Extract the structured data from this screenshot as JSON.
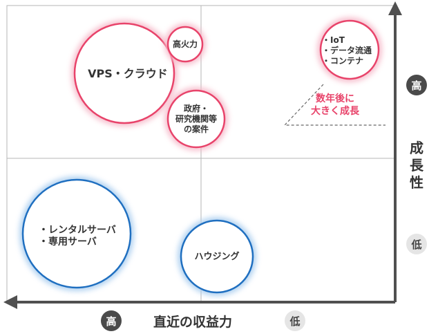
{
  "quadrant_map": {
    "bubbles": [
      {
        "name": "vps-cloud",
        "lines": [
          "VPS・クラウド"
        ],
        "theme": "growth"
      },
      {
        "name": "high-power",
        "lines": [
          "高火力"
        ],
        "theme": "growth"
      },
      {
        "name": "government",
        "lines": [
          "政府・",
          "研究機関等",
          "の案件"
        ],
        "theme": "growth"
      },
      {
        "name": "iot-data-content",
        "lines": [
          "・IoT",
          "・データ流通",
          "・コンテナ"
        ],
        "theme": "growth"
      },
      {
        "name": "rental-dedicated",
        "lines": [
          "・レンタルサーバ",
          "・専用サーバ"
        ],
        "theme": "stable"
      },
      {
        "name": "housing",
        "lines": [
          "ハウジング"
        ],
        "theme": "stable"
      }
    ],
    "annotation": [
      "数年後に",
      "大きく成長"
    ],
    "y_axis": {
      "label": [
        "成",
        "長",
        "性"
      ],
      "high": "高",
      "low": "低"
    },
    "x_axis": {
      "label": "直近の収益力",
      "high": "高",
      "low": "低"
    }
  },
  "colors": {
    "growth": "#e8436a",
    "growth_glow": "#f6b9c9",
    "stable": "#1f6fc0",
    "stable_glow": "#a9cdef",
    "axis": "#505050",
    "grid": "#b5b5b5",
    "annotation": "#e8436a"
  }
}
